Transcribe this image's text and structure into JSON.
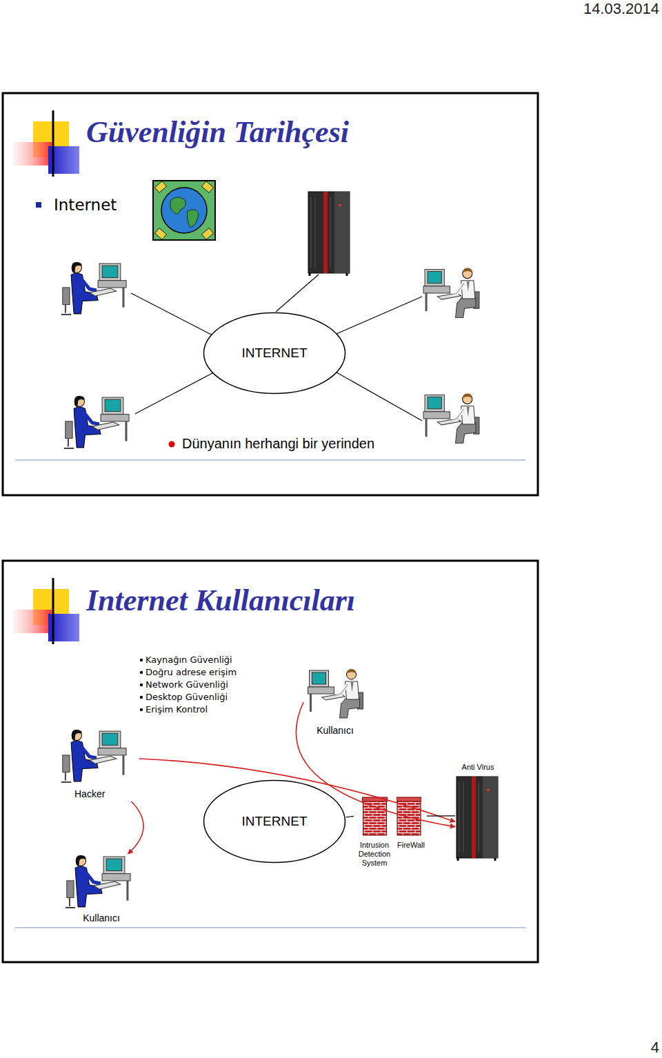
{
  "diagram": {
    "title": "Güvenliğin Tarihçesi",
    "nodes": [
      {
        "text": [
          "INTERNET"
        ]
      },
      {
        "text": [
          "Kullanıcı"
        ]
      },
      {
        "text": [
          "Hacker"
        ]
      },
      {
        "text": [
          "Anti Virus"
        ]
      },
      {
        "text": [
          "INTERNET"
        ]
      },
      {
        "text": [
          "Intrusion Detection System"
        ]
      },
      {
        "text": [
          "FireWall"
        ]
      },
      {
        "text": [
          "Kullanıcı"
        ]
      }
    ],
    "edges": [
      {
        "from": 2,
        "to": 3,
        "arrow": "to"
      },
      {
        "from": 2,
        "to": 7,
        "arrow": "to"
      },
      {
        "from": 1,
        "to": 3,
        "arrow": "to"
      },
      {
        "from": 4,
        "to": 5,
        "arrow": "none"
      },
      {
        "from": 5,
        "to": 6,
        "arrow": "none"
      },
      {
        "from": 6,
        "to": 3,
        "arrow": "none"
      }
    ],
    "labels": [
      "14.03.2014",
      "Internet",
      "Dünyanın herhangi bir yerinden",
      "Internet Kullanıcıları",
      "Kaynağın Güvenliği",
      "Doğru adrese erişim",
      "Network Güvenliği",
      "Desktop Güvenliği",
      "Erişim Kontrol",
      "4"
    ]
  }
}
